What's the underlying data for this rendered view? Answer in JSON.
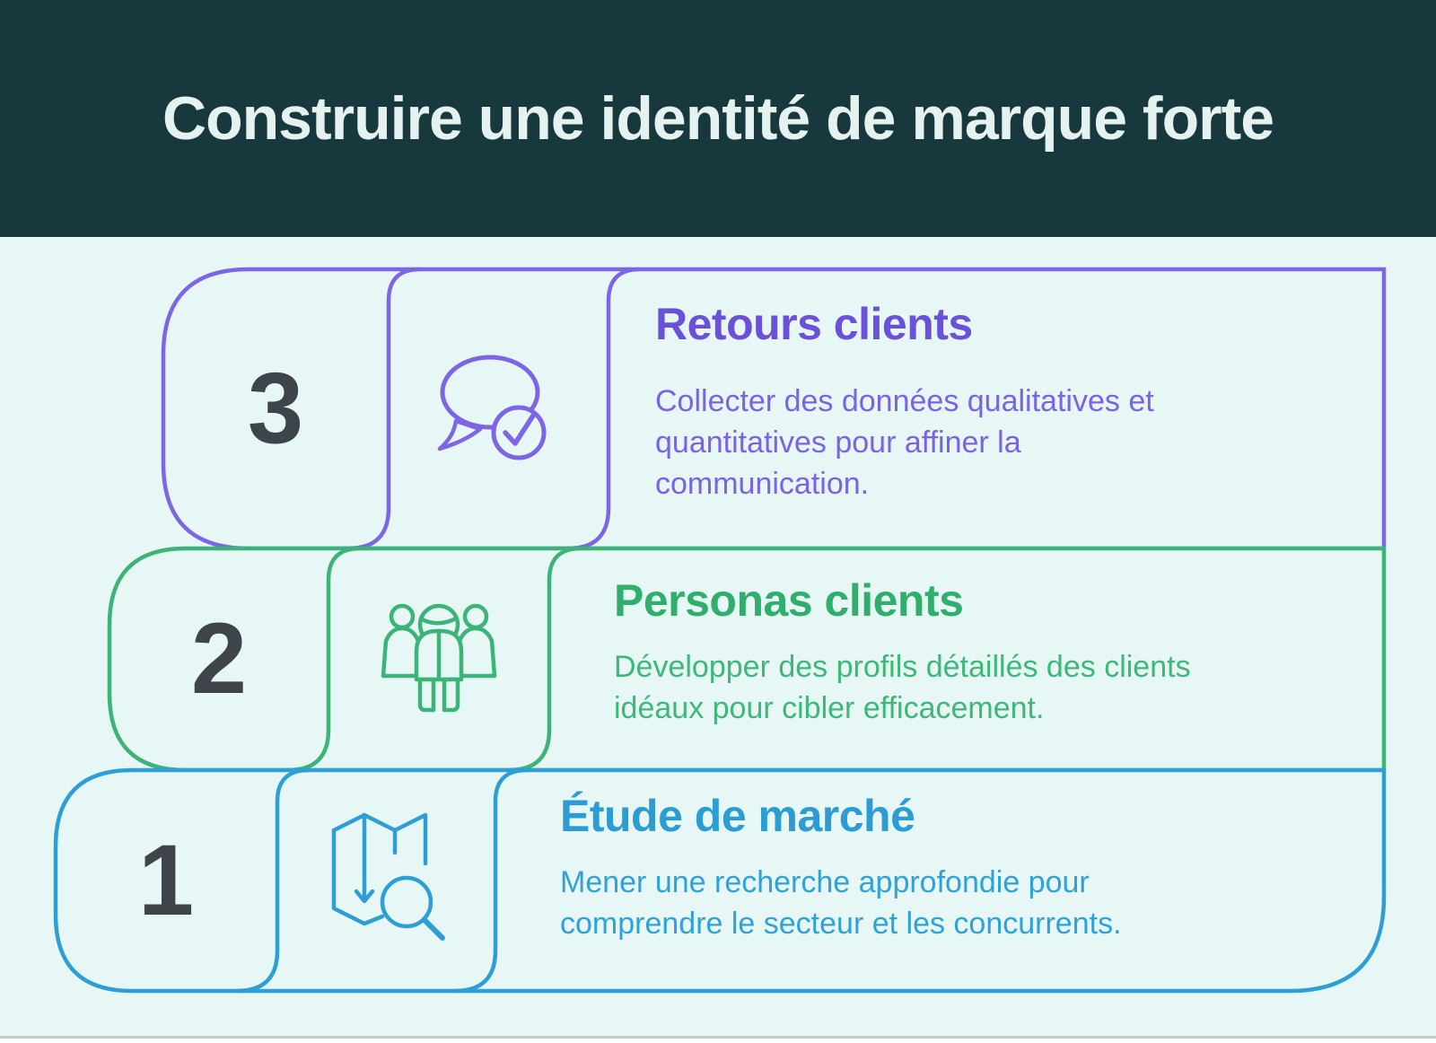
{
  "header": {
    "title": "Construire une identité de marque forte",
    "bg_color": "#17393d",
    "text_color": "#e6f2f0"
  },
  "canvas": {
    "bg_color": "#e7f7f5",
    "number_color": "#3f444b",
    "bottom_bar_color": "#c6cccb"
  },
  "steps": [
    {
      "number": "3",
      "title": "Retours clients",
      "desc_lines": [
        "Collecter des données qualitatives et",
        "quantitatives pour affiner la",
        "communication."
      ],
      "accent_color": "#7e65e5",
      "title_color": "#6b51da",
      "body_color": "#7a63e6",
      "icon": "chat-check-icon"
    },
    {
      "number": "2",
      "title": "Personas clients",
      "desc_lines": [
        "Développer des profils détaillés des clients",
        "idéaux pour cibler efficacement."
      ],
      "accent_color": "#3cb377",
      "title_color": "#30ae6c",
      "body_color": "#3eb878",
      "icon": "people-group-icon"
    },
    {
      "number": "1",
      "title": "Étude de marché",
      "desc_lines": [
        "Mener une recherche approfondie pour",
        "comprendre le secteur et les concurrents."
      ],
      "accent_color": "#2e9fd6",
      "title_color": "#2b9cd4",
      "body_color": "#2ea2d9",
      "icon": "map-search-icon"
    }
  ]
}
